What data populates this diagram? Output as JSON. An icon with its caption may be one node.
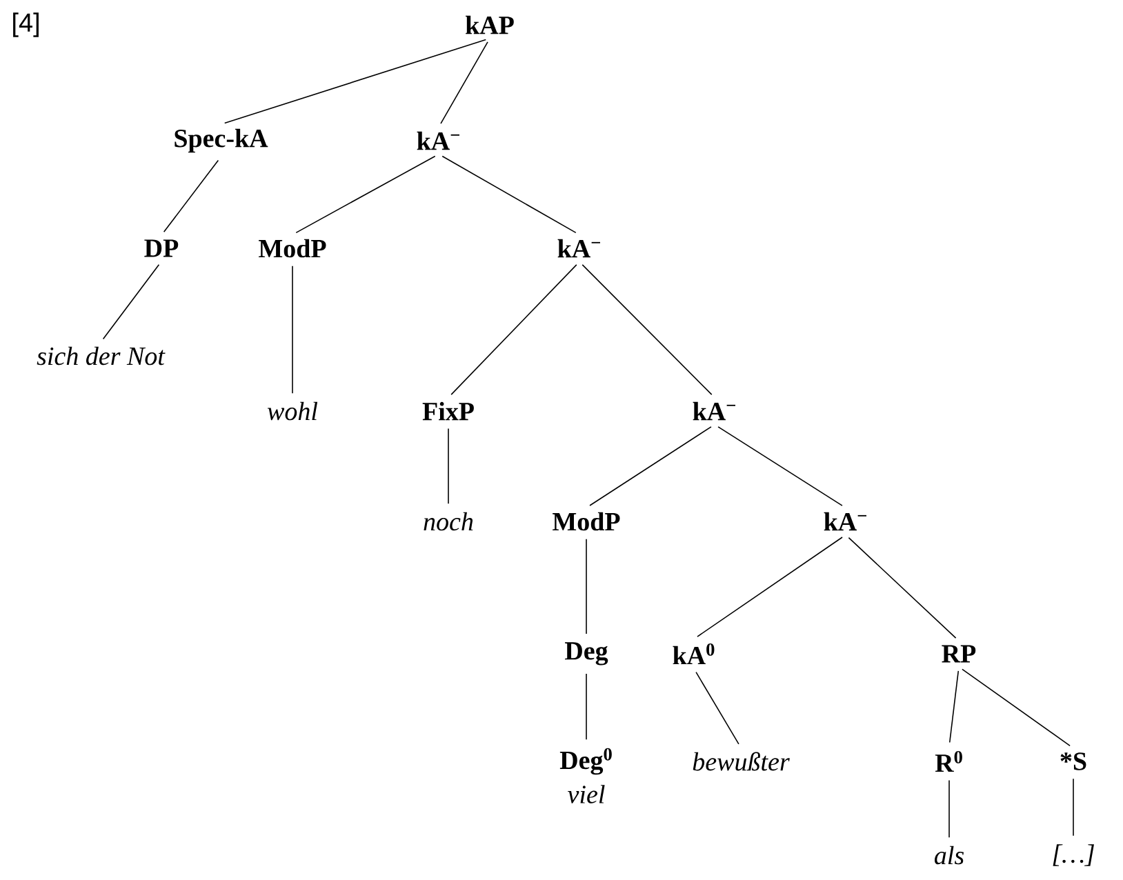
{
  "diagram": {
    "nodes": [
      {
        "text": [
          "kAP"
        ]
      },
      {
        "text": [
          "Spec-kA"
        ]
      },
      {
        "text": [
          "kA$^{−}$"
        ]
      },
      {
        "text": [
          "DP"
        ]
      },
      {
        "text": [
          "ModP"
        ]
      },
      {
        "text": [
          "kA$^{−}$"
        ]
      },
      {
        "text": [
          "sich der Not"
        ]
      },
      {
        "text": [
          "wohl"
        ]
      },
      {
        "text": [
          "FixP"
        ]
      },
      {
        "text": [
          "kA$^{−}$"
        ]
      },
      {
        "text": [
          "noch"
        ]
      },
      {
        "text": [
          "ModP"
        ]
      },
      {
        "text": [
          "kA$^{−}$"
        ]
      },
      {
        "text": [
          "Deg"
        ]
      },
      {
        "text": [
          "kA$^{0}$"
        ]
      },
      {
        "text": [
          "RP"
        ]
      },
      {
        "text": [
          "Deg$^{0}$"
        ],
        "beside": [
          "viel"
        ]
      },
      {
        "text": [
          "bewußter"
        ]
      },
      {
        "text": [
          "R$^{0}$"
        ]
      },
      {
        "text": [
          "*S"
        ]
      },
      {
        "text": [
          "als"
        ]
      },
      {
        "text": [
          "[…]"
        ]
      }
    ],
    "edges": [
      {
        "from": 0,
        "to": 1,
        "arrow": "none"
      },
      {
        "from": 0,
        "to": 2,
        "arrow": "none"
      },
      {
        "from": 1,
        "to": 3,
        "arrow": "none"
      },
      {
        "from": 2,
        "to": 4,
        "arrow": "none"
      },
      {
        "from": 2,
        "to": 5,
        "arrow": "none"
      },
      {
        "from": 3,
        "to": 6,
        "arrow": "none"
      },
      {
        "from": 4,
        "to": 7,
        "arrow": "none"
      },
      {
        "from": 5,
        "to": 8,
        "arrow": "none"
      },
      {
        "from": 5,
        "to": 9,
        "arrow": "none"
      },
      {
        "from": 8,
        "to": 10,
        "arrow": "none"
      },
      {
        "from": 9,
        "to": 11,
        "arrow": "none"
      },
      {
        "from": 9,
        "to": 12,
        "arrow": "none"
      },
      {
        "from": 11,
        "to": 13,
        "arrow": "none"
      },
      {
        "from": 12,
        "to": 14,
        "arrow": "none"
      },
      {
        "from": 12,
        "to": 15,
        "arrow": "none"
      },
      {
        "from": 13,
        "to": 16,
        "arrow": "none"
      },
      {
        "from": 14,
        "to": 17,
        "arrow": "none"
      },
      {
        "from": 15,
        "to": 18,
        "arrow": "none"
      },
      {
        "from": 15,
        "to": 19,
        "arrow": "none"
      },
      {
        "from": 18,
        "to": 20,
        "arrow": "none"
      },
      {
        "from": 19,
        "to": 21,
        "arrow": "none"
      }
    ],
    "labels": [
      "[4]"
    ]
  }
}
